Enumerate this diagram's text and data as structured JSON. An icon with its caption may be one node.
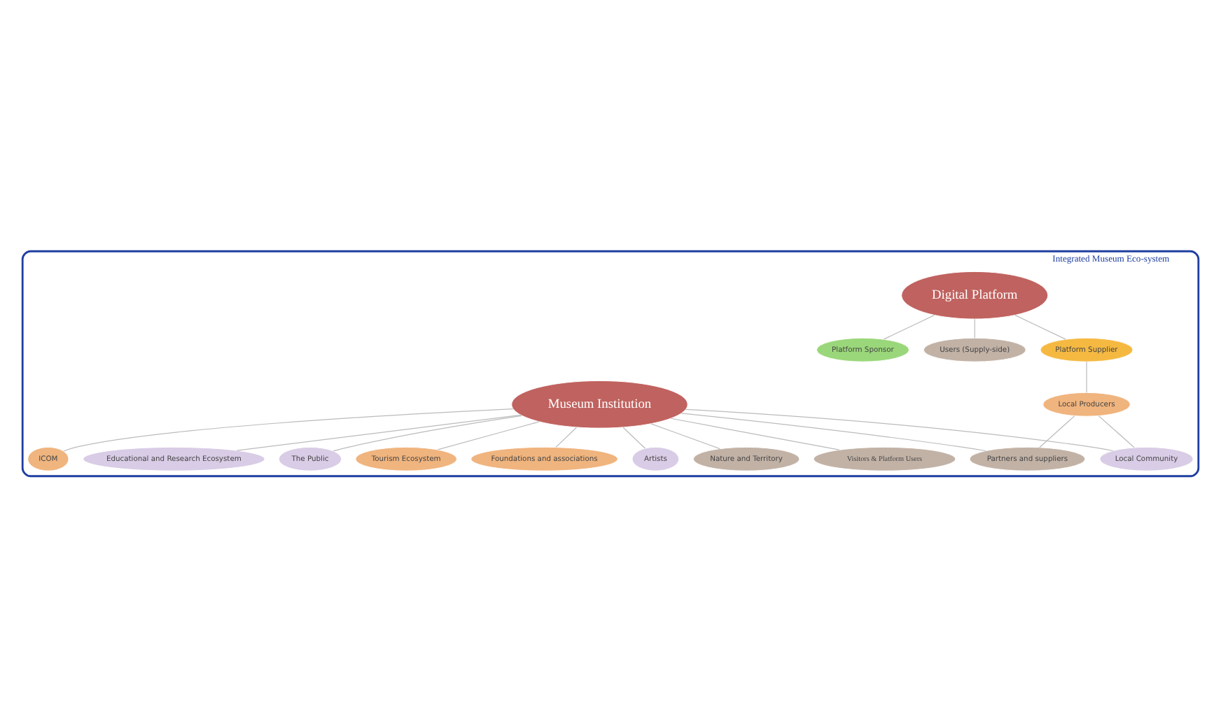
{
  "diagram": {
    "nodes": [
      {
        "text": [
          "Integrated Museum Eco-system"
        ]
      },
      {
        "text": [
          "Platform Sponsor"
        ],
        "in": 0
      },
      {
        "text": [
          "Digital Platform"
        ],
        "in": 0
      },
      {
        "text": [
          "Users (Supply-side)"
        ],
        "in": 0
      },
      {
        "text": [
          "Platform Supplier"
        ],
        "in": 0
      },
      {
        "text": [
          "Partners and suppliers"
        ],
        "in": 0
      },
      {
        "text": [
          "Local Producers"
        ],
        "in": 0
      },
      {
        "text": [
          "Educational and Research Ecosystem"
        ],
        "in": 0
      },
      {
        "text": [
          "ICOM"
        ],
        "in": 0
      },
      {
        "text": [
          "Local Community"
        ],
        "in": 0
      },
      {
        "text": [
          "The Public"
        ],
        "in": 0
      },
      {
        "text": [
          "Museum Institution"
        ],
        "in": 0
      },
      {
        "text": [
          "Tourism Ecosystem"
        ],
        "in": 0
      },
      {
        "text": [
          "Foundations and associations"
        ],
        "in": 0
      },
      {
        "text": [
          "Artists"
        ],
        "in": 0
      },
      {
        "text": [
          "Nature and Territory"
        ],
        "in": 0
      },
      {
        "text": [
          "Visitors & Platform Users"
        ],
        "in": 0
      }
    ],
    "edges": [
      {
        "from": 2,
        "to": 1,
        "arrow": "none"
      },
      {
        "from": 2,
        "to": 4,
        "arrow": "none"
      },
      {
        "from": 2,
        "to": 3,
        "arrow": "none"
      },
      {
        "from": 4,
        "to": 6,
        "arrow": "none"
      },
      {
        "from": 6,
        "to": 5,
        "arrow": "none"
      },
      {
        "from": 6,
        "to": 9,
        "arrow": "none"
      },
      {
        "from": 11,
        "to": 5,
        "arrow": "none"
      },
      {
        "from": 11,
        "to": 7,
        "arrow": "none"
      },
      {
        "from": 11,
        "to": 8,
        "arrow": "none"
      },
      {
        "from": 11,
        "to": 10,
        "arrow": "none"
      },
      {
        "from": 11,
        "to": 9,
        "arrow": "none"
      },
      {
        "from": 11,
        "to": 12,
        "arrow": "none"
      },
      {
        "from": 11,
        "to": 13,
        "arrow": "none"
      },
      {
        "from": 11,
        "to": 15,
        "arrow": "none"
      },
      {
        "from": 11,
        "to": 14,
        "arrow": "none"
      },
      {
        "from": 11,
        "to": 16,
        "arrow": "none"
      }
    ]
  }
}
